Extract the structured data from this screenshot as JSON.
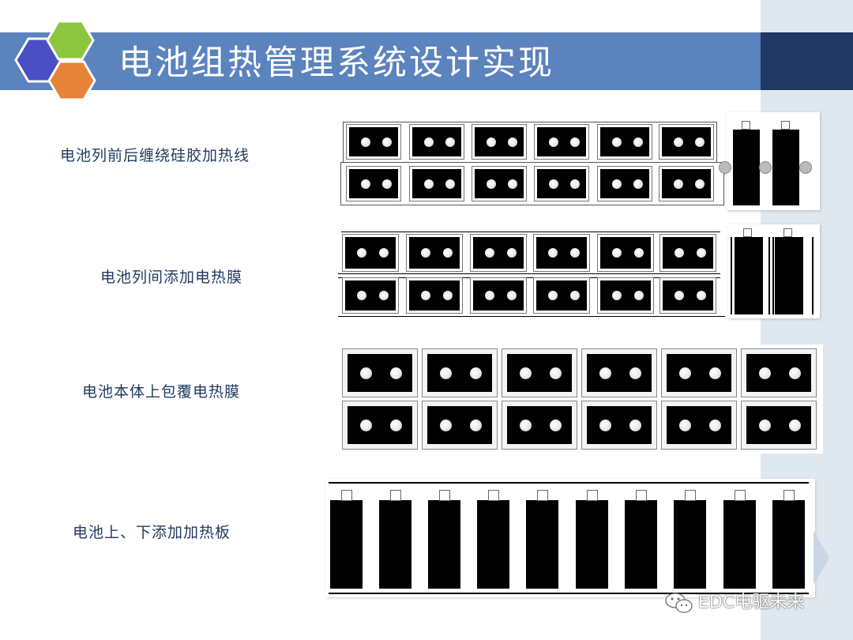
{
  "slide": {
    "title": "电池组热管理系统设计实现",
    "colors": {
      "title_bar": "#5b83bd",
      "title_dark": "#1f3864",
      "side_band": "#dfe7ef",
      "label_text": "#1f3a5f"
    }
  },
  "logo": {
    "icon": "hexagon-cluster-icon",
    "colors": [
      "#4a4fc4",
      "#8cc63f",
      "#e8833a"
    ]
  },
  "rows": [
    {
      "label": "电池列前后缠绕硅胶加热线"
    },
    {
      "label": "电池列间添加电热膜"
    },
    {
      "label": "电池本体上包覆电热膜"
    },
    {
      "label": "电池上、下添加加热板"
    }
  ],
  "watermark": {
    "text": "EDC电驱未来",
    "icon": "wechat-icon"
  }
}
